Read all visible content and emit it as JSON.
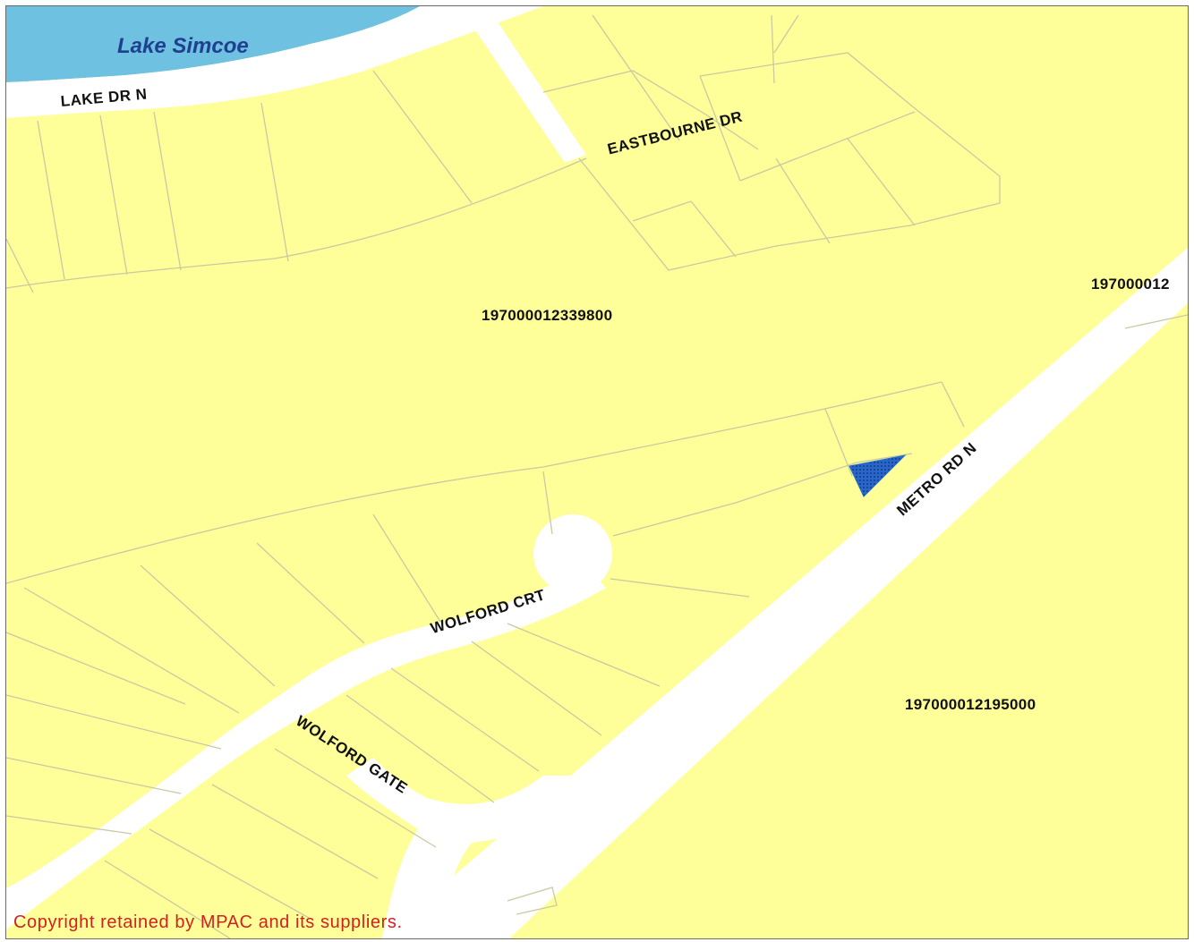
{
  "map": {
    "water_body": "Lake Simcoe",
    "streets": {
      "lake_dr_n": "LAKE DR N",
      "eastbourne_dr": "EASTBOURNE DR",
      "metro_rd_n": "METRO RD N",
      "wolford_crt": "WOLFORD CRT",
      "wolford_gate": "WOLFORD GATE"
    },
    "parcels": {
      "parcel_north": "197000012339800",
      "parcel_south_east": "197000012195000",
      "parcel_edge_right": "197000012"
    },
    "copyright": "Copyright retained by MPAC and its suppliers."
  },
  "colors": {
    "land": "#ffff99",
    "water": "#6ec1e0",
    "road": "#ffffff",
    "parcel_line": "#c9c9a2",
    "highlight": "#1d6fd1",
    "copyright_text": "#d42020",
    "water_label": "#1f3f8f"
  }
}
